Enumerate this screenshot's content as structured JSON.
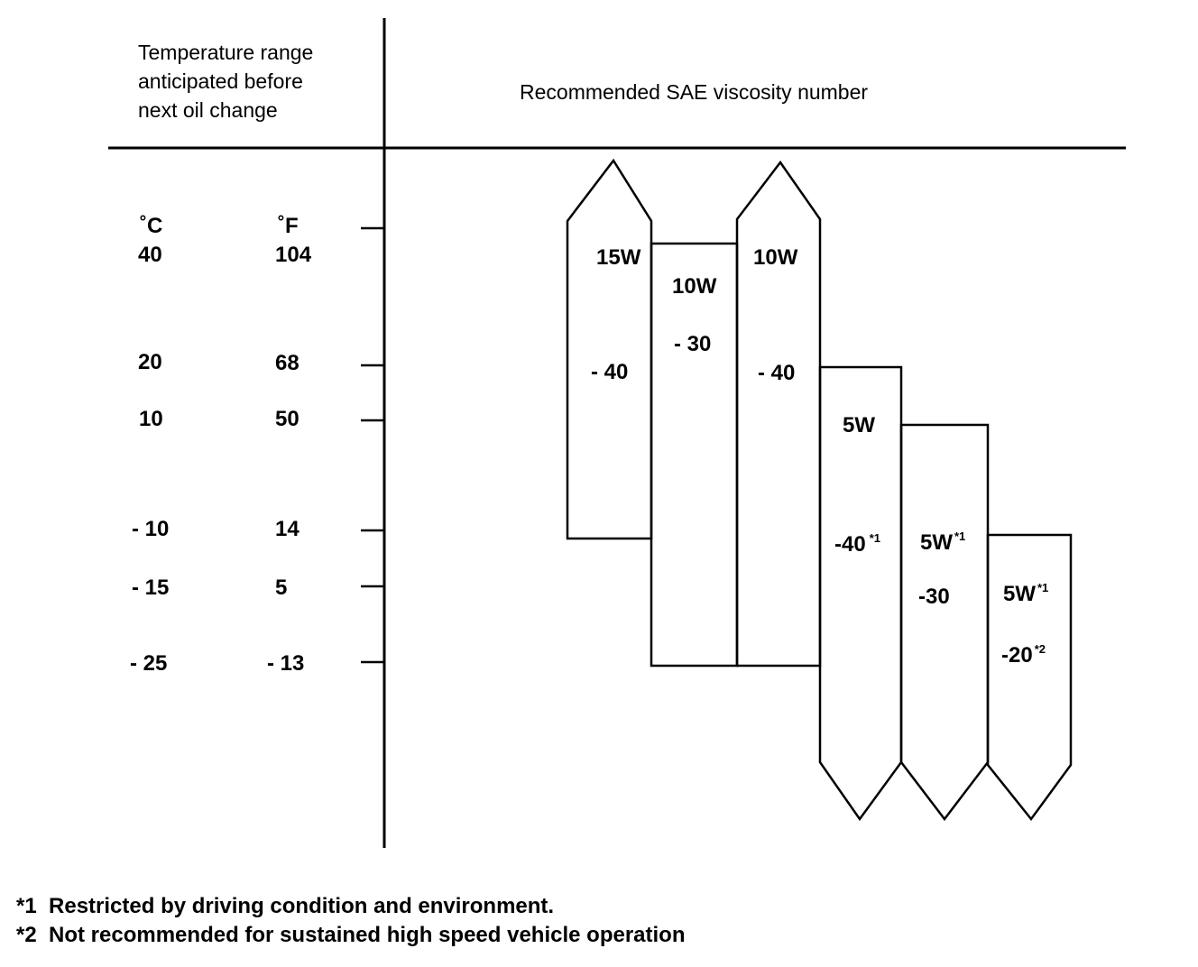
{
  "header": {
    "temp_lines": [
      "Temperature range",
      "anticipated before",
      "next oil change"
    ],
    "viscosity_title": "Recommended SAE viscosity number"
  },
  "scale": {
    "celsius_unit": "˚C",
    "fahrenheit_unit": "˚F",
    "rows": [
      {
        "c": "40",
        "f": "104"
      },
      {
        "c": "20",
        "f": "68"
      },
      {
        "c": "10",
        "f": "50"
      },
      {
        "c": "- 10",
        "f": "14"
      },
      {
        "c": "- 15",
        "f": "5"
      },
      {
        "c": "- 25",
        "f": "- 13"
      }
    ]
  },
  "grades": [
    {
      "grade": "15W",
      "suffix": "- 40",
      "grade_note": "",
      "suffix_note": ""
    },
    {
      "grade": "10W",
      "suffix": "- 30",
      "grade_note": "",
      "suffix_note": ""
    },
    {
      "grade": "10W",
      "suffix": "- 40",
      "grade_note": "",
      "suffix_note": ""
    },
    {
      "grade": "5W",
      "suffix": "-40",
      "grade_note": "",
      "suffix_note": "*1"
    },
    {
      "grade": "5W",
      "suffix": "-30",
      "grade_note": "*1",
      "suffix_note": ""
    },
    {
      "grade": "5W",
      "suffix": "-20",
      "grade_note": "*1",
      "suffix_note": "*2"
    }
  ],
  "footnotes": [
    {
      "mark": "*1",
      "text": "Restricted by driving condition and environment."
    },
    {
      "mark": "*2",
      "text": "Not recommended for sustained high speed vehicle operation"
    }
  ],
  "colors": {
    "line": "#000000",
    "background": "#ffffff"
  }
}
